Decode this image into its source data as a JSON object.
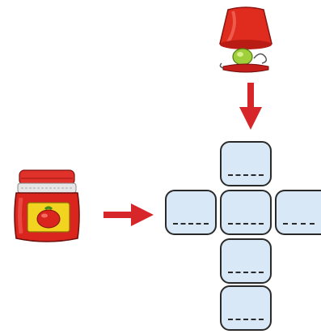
{
  "images": {
    "lamp": {
      "icon": "table-lamp-icon",
      "shade_color": "#e02b1f",
      "base_color": "#9fcf3a"
    },
    "jar": {
      "icon": "tomato-jam-jar-icon",
      "jar_color": "#d9251d",
      "label_color": "#f2d31f"
    }
  },
  "arrows": {
    "color": "#d6262a",
    "lamp_to_grid": {
      "direction": "down"
    },
    "jar_to_grid": {
      "direction": "right"
    }
  },
  "crossword": {
    "cells": [
      {
        "id": "top",
        "blank": ""
      },
      {
        "id": "mid-left",
        "blank": ""
      },
      {
        "id": "mid-center",
        "blank": ""
      },
      {
        "id": "mid-right",
        "blank": ""
      },
      {
        "id": "lower",
        "blank": ""
      },
      {
        "id": "bottom",
        "blank": ""
      }
    ]
  }
}
